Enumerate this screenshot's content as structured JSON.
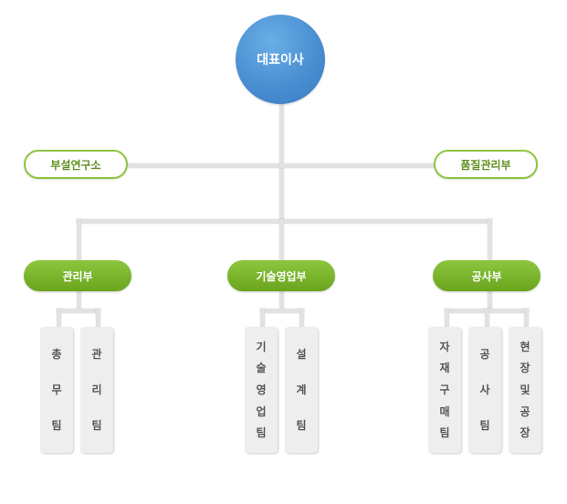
{
  "ceo": {
    "label": "대표이사"
  },
  "staff": {
    "left": "부설연구소",
    "right": "품질관리부"
  },
  "departments": [
    {
      "label": "관리부",
      "teams": [
        {
          "chars": [
            "총",
            "무",
            "팀"
          ]
        },
        {
          "chars": [
            "관",
            "리",
            "팀"
          ]
        }
      ]
    },
    {
      "label": "기술영업부",
      "teams": [
        {
          "chars": [
            "기",
            "술",
            "영",
            "업",
            "팀"
          ]
        },
        {
          "chars": [
            "설",
            "계",
            "팀"
          ]
        }
      ]
    },
    {
      "label": "공사부",
      "teams": [
        {
          "chars": [
            "자",
            "재",
            "구",
            "매",
            "팀"
          ]
        },
        {
          "chars": [
            "공",
            "사",
            "팀"
          ]
        },
        {
          "chars": [
            "현",
            "장",
            "및",
            "공",
            "장"
          ]
        }
      ]
    }
  ],
  "colors": {
    "ceo": "#4a8fd2",
    "accent_green": "#7bb52a",
    "outline_green": "#8cc63f",
    "team_bg": "#eeeeee",
    "connector": "#e2e2e2"
  }
}
